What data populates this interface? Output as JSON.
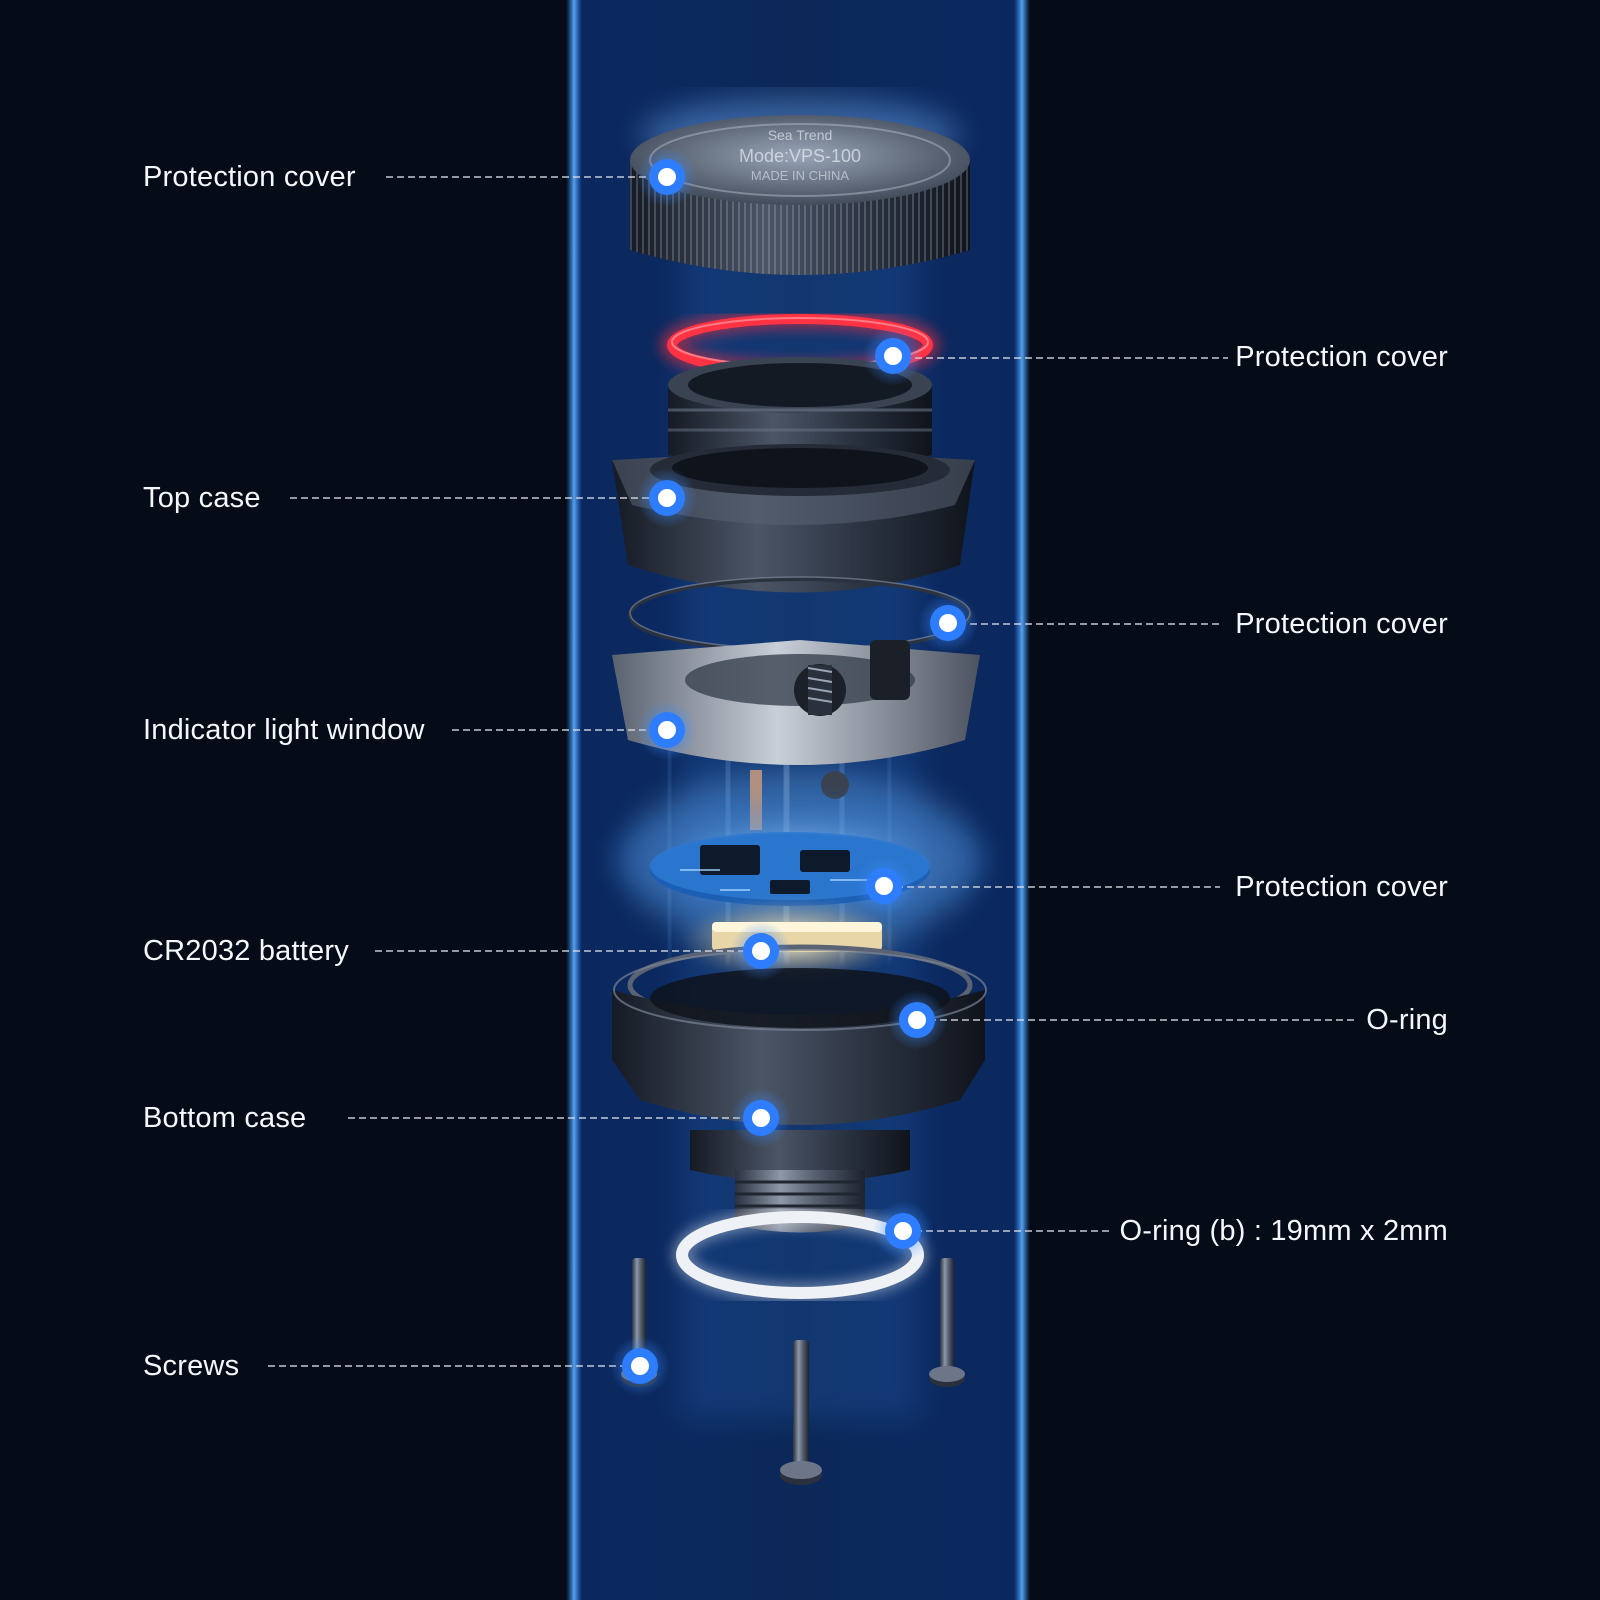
{
  "diagram": {
    "product_marking": {
      "brand": "Sea Trend",
      "model": "Mode:VPS-100",
      "origin": "MADE IN CHINA"
    },
    "callouts_left": [
      {
        "id": "protection-cover-top",
        "text": "Protection cover"
      },
      {
        "id": "top-case",
        "text": "Top case"
      },
      {
        "id": "indicator-light-window",
        "text": "Indicator light window"
      },
      {
        "id": "cr2032-battery",
        "text": "CR2032 battery"
      },
      {
        "id": "bottom-case",
        "text": "Bottom case"
      },
      {
        "id": "screws",
        "text": "Screws"
      }
    ],
    "callouts_right": [
      {
        "id": "protection-cover-red-ring",
        "text": "Protection cover"
      },
      {
        "id": "protection-cover-thin-ring",
        "text": "Protection cover"
      },
      {
        "id": "protection-cover-board",
        "text": "Protection cover"
      },
      {
        "id": "o-ring",
        "text": "O-ring"
      },
      {
        "id": "o-ring-b",
        "text": "O-ring (b) : 19mm x 2mm"
      }
    ],
    "colors": {
      "background": "#050b17",
      "beam": "#1e6fd6",
      "marker": "#2e7dff",
      "red_ring": "#ff2e3e",
      "label_text": "#f4f7fb"
    }
  }
}
